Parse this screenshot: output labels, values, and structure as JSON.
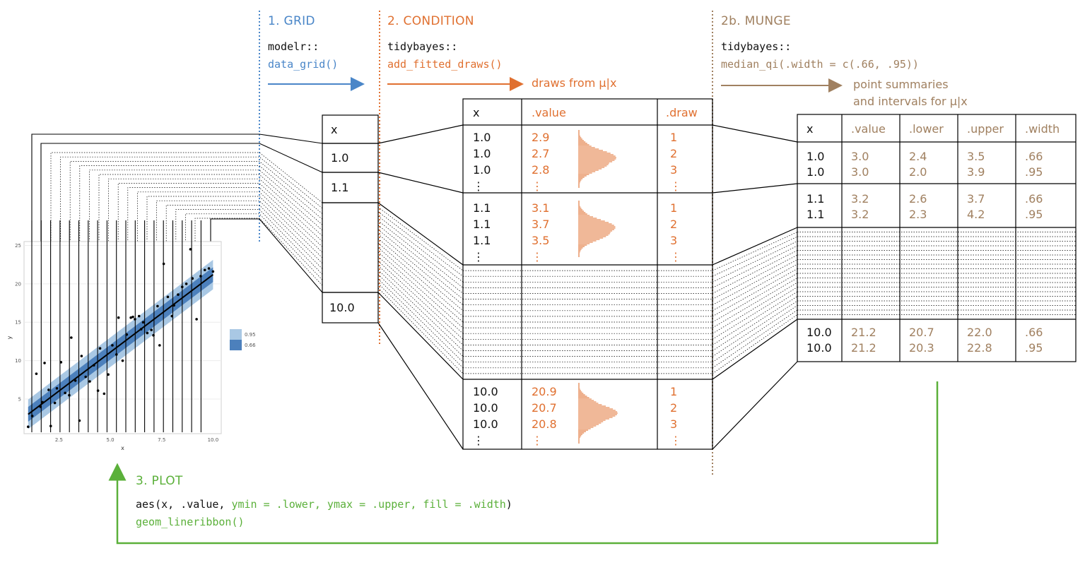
{
  "steps": {
    "grid": {
      "title": "1. GRID",
      "pkg": "modelr::",
      "fn": "data_grid()"
    },
    "condition": {
      "title": "2. CONDITION",
      "pkg": "tidybayes::",
      "fn": "add_fitted_draws()",
      "arrow_label": "draws from μ|x"
    },
    "munge": {
      "title": "2b. MUNGE",
      "pkg": "tidybayes::",
      "fn": "median_qi(.width = c(.66, .95))",
      "arrow_label_1": "point summaries",
      "arrow_label_2": "and intervals for μ|x"
    },
    "plot": {
      "title": "3. PLOT",
      "code_1_a": "aes(x, .value, ",
      "code_1_b": "ymin = .lower, ymax = .upper, fill = .width",
      "code_1_c": ")",
      "code_2": "geom_lineribbon()"
    }
  },
  "grid_table": {
    "header": "x",
    "rows": [
      "1.0",
      "1.1",
      "10.0"
    ]
  },
  "draws_table": {
    "headers": {
      "x": "x",
      "value": ".value",
      "draw": ".draw"
    },
    "groups": [
      {
        "x": [
          "1.0",
          "1.0",
          "1.0",
          "⋮"
        ],
        "value": [
          "2.9",
          "2.7",
          "2.8",
          "⋮"
        ],
        "draw": [
          "1",
          "2",
          "3",
          "⋮"
        ]
      },
      {
        "x": [
          "1.1",
          "1.1",
          "1.1",
          "⋮"
        ],
        "value": [
          "3.1",
          "3.7",
          "3.5",
          "⋮"
        ],
        "draw": [
          "1",
          "2",
          "3",
          "⋮"
        ]
      },
      {
        "x": [
          "10.0",
          "10.0",
          "10.0",
          "⋮"
        ],
        "value": [
          "20.9",
          "20.7",
          "20.8",
          "⋮"
        ],
        "draw": [
          "1",
          "2",
          "3",
          "⋮"
        ]
      }
    ]
  },
  "summary_table": {
    "headers": [
      "x",
      ".value",
      ".lower",
      ".upper",
      ".width"
    ],
    "groups": [
      {
        "rows": [
          [
            "1.0",
            "3.0",
            "2.4",
            "3.5",
            ".66"
          ],
          [
            "1.0",
            "3.0",
            "2.0",
            "3.9",
            ".95"
          ]
        ]
      },
      {
        "rows": [
          [
            "1.1",
            "3.2",
            "2.6",
            "3.7",
            ".66"
          ],
          [
            "1.1",
            "3.2",
            "2.3",
            "4.2",
            ".95"
          ]
        ]
      },
      {
        "rows": [
          [
            "10.0",
            "21.2",
            "20.7",
            "22.0",
            ".66"
          ],
          [
            "10.0",
            "21.2",
            "20.3",
            "22.8",
            ".95"
          ]
        ]
      }
    ]
  },
  "mini_plot": {
    "x_ticks": [
      "2.5",
      "5.0",
      "7.5",
      "10.0"
    ],
    "y_ticks": [
      "5",
      "10",
      "15",
      "20",
      "25"
    ],
    "xlabel": "x",
    "ylabel": "y",
    "legend": [
      "0.95",
      "0.66"
    ]
  },
  "chart_data": {
    "type": "scatter",
    "title": "",
    "xlabel": "x",
    "ylabel": "y",
    "xlim": [
      0.8,
      10.4
    ],
    "ylim": [
      0.5,
      25.5
    ],
    "x_ticks": [
      2.5,
      5.0,
      7.5,
      10.0
    ],
    "y_ticks": [
      5,
      10,
      15,
      20,
      25
    ],
    "points": [
      [
        1.0,
        1.4
      ],
      [
        1.2,
        2.8
      ],
      [
        1.4,
        8.3
      ],
      [
        1.6,
        4.0
      ],
      [
        1.7,
        4.6
      ],
      [
        1.8,
        9.7
      ],
      [
        2.0,
        6.2
      ],
      [
        2.1,
        1.5
      ],
      [
        2.3,
        4.5
      ],
      [
        2.4,
        6.4
      ],
      [
        2.6,
        9.8
      ],
      [
        2.8,
        5.8
      ],
      [
        3.0,
        5.5
      ],
      [
        3.1,
        13.0
      ],
      [
        3.3,
        7.4
      ],
      [
        3.5,
        2.2
      ],
      [
        3.6,
        10.6
      ],
      [
        3.8,
        7.9
      ],
      [
        4.0,
        7.3
      ],
      [
        4.2,
        9.4
      ],
      [
        4.4,
        6.1
      ],
      [
        4.5,
        11.6
      ],
      [
        4.7,
        5.7
      ],
      [
        4.9,
        8.2
      ],
      [
        5.1,
        12.0
      ],
      [
        5.3,
        10.8
      ],
      [
        5.4,
        15.6
      ],
      [
        5.6,
        10.0
      ],
      [
        5.8,
        13.4
      ],
      [
        6.0,
        15.6
      ],
      [
        6.1,
        15.7
      ],
      [
        6.2,
        15.4
      ],
      [
        6.4,
        15.8
      ],
      [
        6.5,
        14.1
      ],
      [
        6.6,
        15.0
      ],
      [
        6.8,
        13.6
      ],
      [
        7.0,
        14.0
      ],
      [
        7.1,
        13.3
      ],
      [
        7.3,
        17.1
      ],
      [
        7.4,
        12.0
      ],
      [
        7.6,
        22.6
      ],
      [
        7.8,
        18.3
      ],
      [
        8.0,
        15.8
      ],
      [
        8.1,
        17.2
      ],
      [
        8.3,
        18.6
      ],
      [
        8.5,
        19.6
      ],
      [
        8.7,
        20.0
      ],
      [
        8.9,
        24.5
      ],
      [
        9.0,
        20.7
      ],
      [
        9.2,
        15.4
      ],
      [
        9.4,
        21.0
      ],
      [
        9.6,
        21.8
      ],
      [
        9.8,
        22.0
      ],
      [
        10.0,
        21.6
      ]
    ],
    "fit": {
      "intercept": 1.0,
      "slope": 2.02
    },
    "bands": [
      {
        "width": 0.95,
        "half_width": 1.2,
        "color": "#a9c8e4"
      },
      {
        "width": 0.66,
        "half_width": 0.6,
        "color": "#4c80bc"
      }
    ]
  },
  "colors": {
    "grid": "#4a86c8",
    "condition": "#e07030",
    "munge": "#a08060",
    "plot": "#5bb03a"
  }
}
